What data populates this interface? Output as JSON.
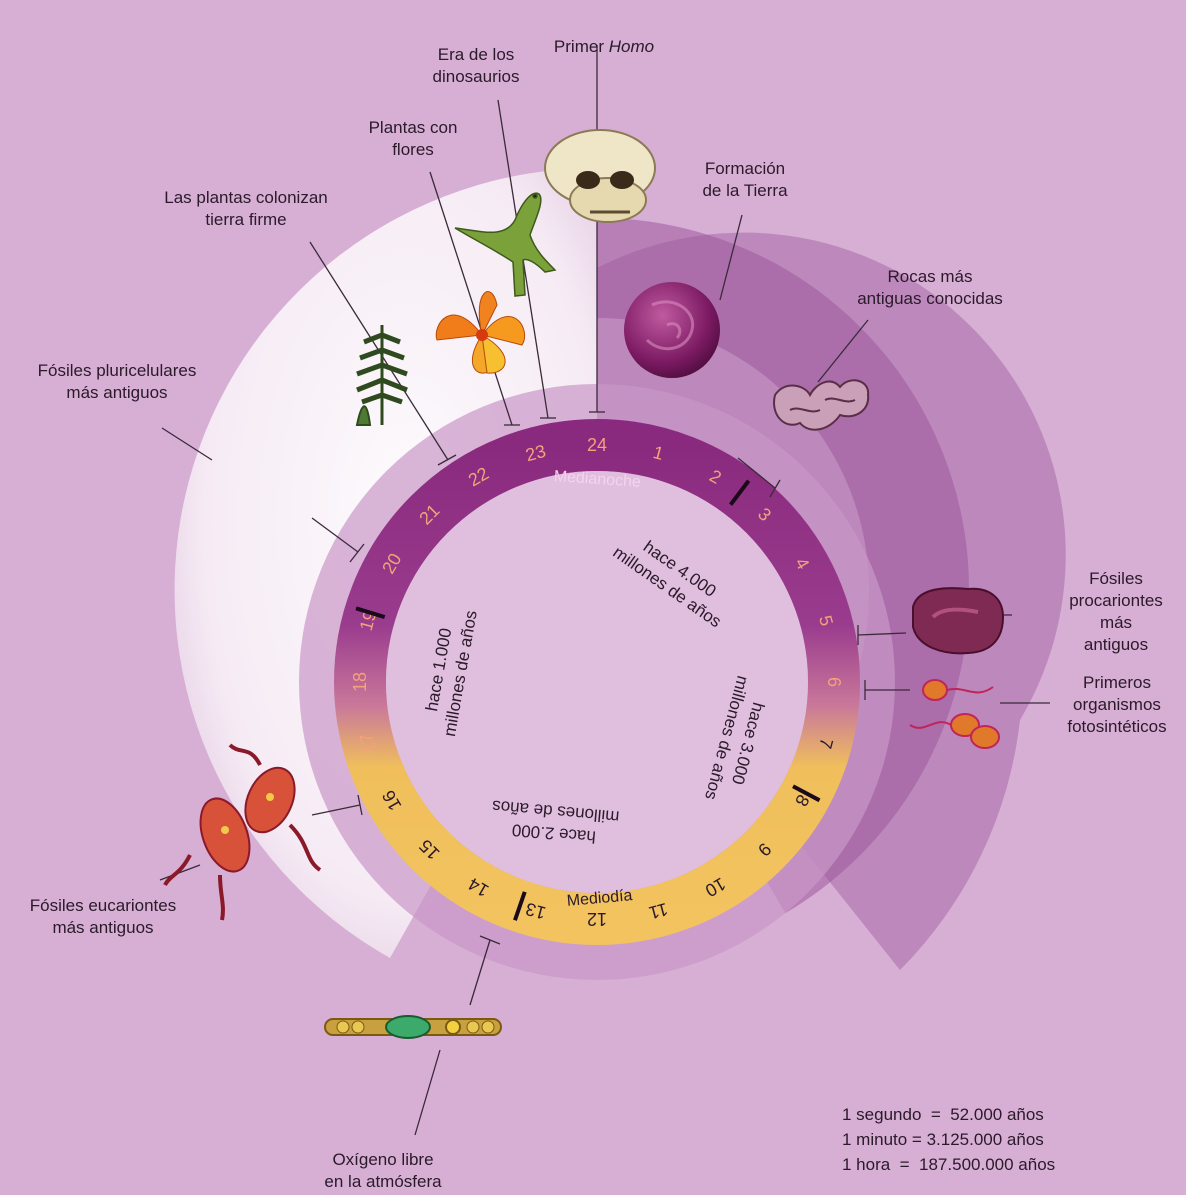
{
  "clock": {
    "hours": [
      "24",
      "1",
      "2",
      "3",
      "4",
      "5",
      "6",
      "7",
      "8",
      "9",
      "10",
      "11",
      "12",
      "13",
      "14",
      "15",
      "16",
      "17",
      "18",
      "19",
      "20",
      "21",
      "22",
      "23"
    ],
    "midnight_label": "Medianoche",
    "noon_label": "Mediodía",
    "inner_labels": [
      {
        "line1": "hace 4.000",
        "line2": "millones de años"
      },
      {
        "line1": "hace 3.000",
        "line2": "millones de años"
      },
      {
        "line1": "hace 2.000",
        "line2": "millones de años"
      },
      {
        "line1": "hace 1.000",
        "line2": "millones de años"
      }
    ],
    "colors": {
      "night": "#8e2f86",
      "day": "#f0bf5c",
      "night_text": "#f4a27a",
      "day_text": "#2a1a2a"
    }
  },
  "events": {
    "primer_homo_prefix": "Primer ",
    "primer_homo_italic": "Homo",
    "dinosaurios": "Era de los\ndinosaurios",
    "plantas_flores": "Plantas con\nflores",
    "plantas_tierra": "Las plantas colonizan\ntierra firme",
    "formacion": "Formación\nde la Tierra",
    "rocas": "Rocas más\nantiguas conocidas",
    "pluricelulares": "Fósiles pluricelulares\nmás antiguos",
    "procariontes": "Fósiles\nprocariontes\nmás antiguos",
    "fotosinteticos": "Primeros\norganismos\nfotosintéticos",
    "eucariontes": "Fósiles eucariontes\nmás antiguos",
    "oxigeno": "Oxígeno libre\nen la atmósfera"
  },
  "scale": {
    "line1": "1 segundo  =  52.000 años",
    "line2": "1 minuto = 3.125.000 años",
    "line3": "1 hora  =  187.500.000 años"
  },
  "icons": [
    "skull-icon",
    "dinosaur-icon",
    "flower-icon",
    "fern-icon",
    "earth-icon",
    "rock-icon",
    "seaweed-icon",
    "bacteria-icon",
    "protist-icon",
    "cyanobacteria-icon"
  ]
}
